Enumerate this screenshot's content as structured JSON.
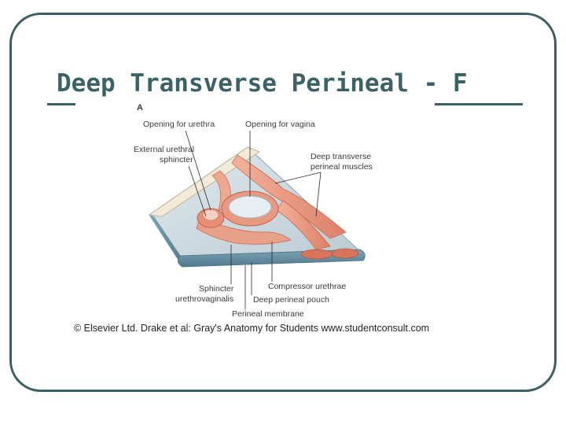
{
  "slide": {
    "title": "Deep Transverse Perineal - F",
    "colors": {
      "frame": "#3a6064",
      "title": "#3b6266",
      "muscle": "#e8957a",
      "membrane": "#c9d8dd"
    }
  },
  "figure": {
    "panel_letter": "A",
    "labels": {
      "opening_urethra": "Opening for urethra",
      "opening_vagina": "Opening for vagina",
      "ext_urethral_1": "External urethral",
      "ext_urethral_2": "sphincter",
      "deep_transverse_1": "Deep transverse",
      "deep_transverse_2": "perineal muscles",
      "sphincter_uv_1": "Sphincter",
      "sphincter_uv_2": "urethrovaginalis",
      "compressor_urethrae": "Compressor urethrae",
      "deep_perineal_pouch": "Deep perineal pouch",
      "perineal_membrane": "Perineal membrane"
    },
    "credit": "© Elsevier Ltd. Drake et al: Gray's Anatomy for Students www.studentconsult.com"
  }
}
